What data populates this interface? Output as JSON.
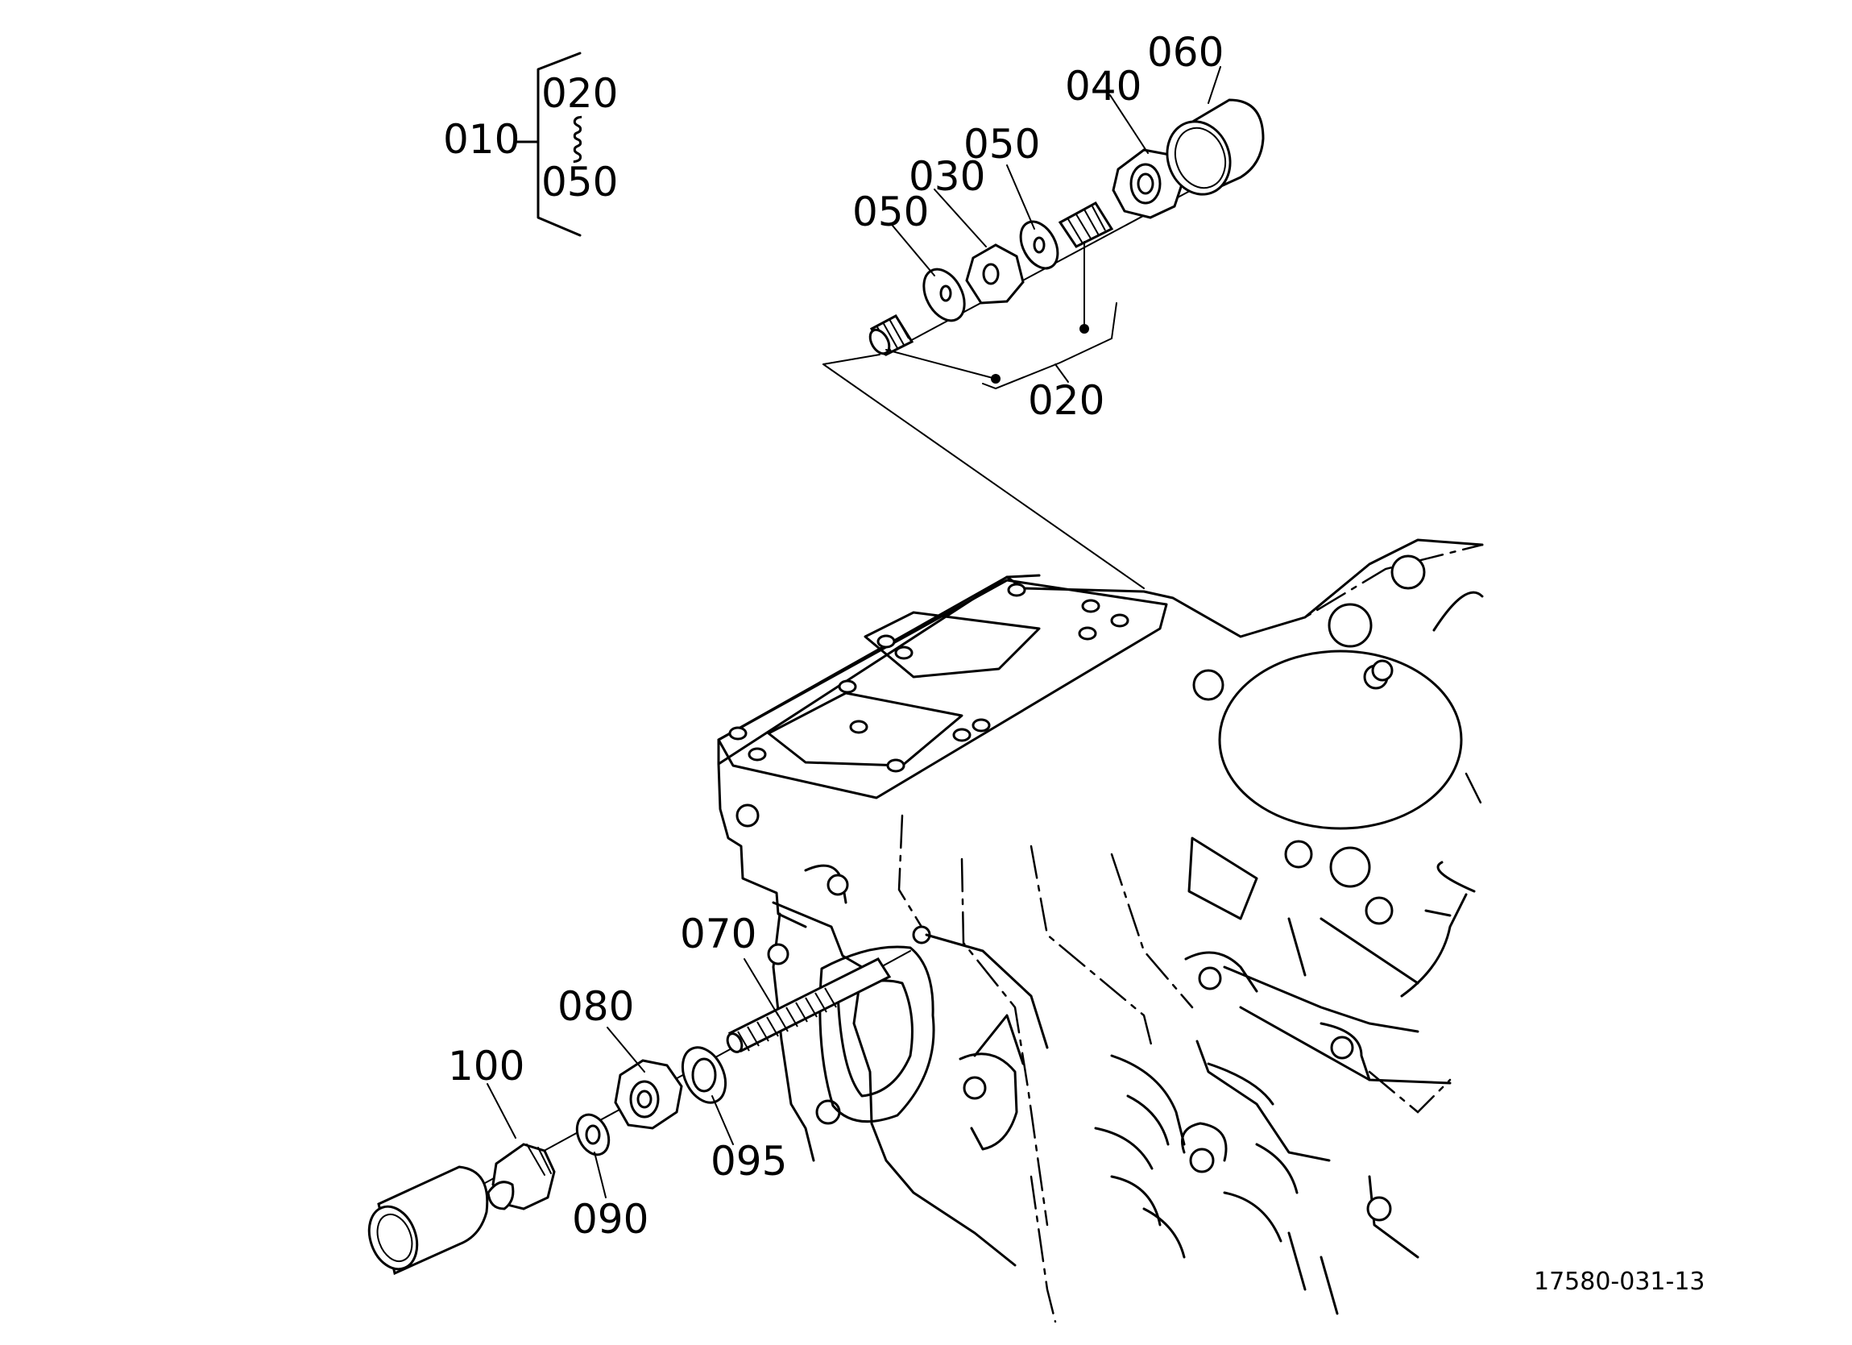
{
  "assembly": {
    "parent": "010",
    "range_start": "020",
    "range_symbol": "⸾",
    "range_end": "050"
  },
  "callouts": {
    "p060": "060",
    "p040": "040",
    "p050_upper": "050",
    "p030": "030",
    "p050_lower": "050",
    "p020": "020",
    "p070": "070",
    "p080": "080",
    "p100": "100",
    "p095": "095",
    "p090": "090"
  },
  "drawing_number": "17580-031-13"
}
